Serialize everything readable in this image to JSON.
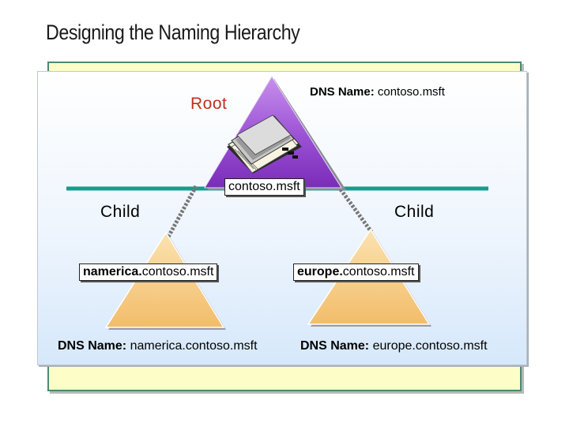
{
  "title": "Designing the Naming Hierarchy",
  "root": {
    "label": "Root",
    "dns_prefix": "DNS Name:",
    "dns_value": "contoso.msft",
    "domain_box": "contoso.msft"
  },
  "children": [
    {
      "label": "Child",
      "box_bold": "namerica.",
      "box_rest": "contoso.msft",
      "dns_prefix": "DNS Name:",
      "dns_value": "namerica.contoso.msft"
    },
    {
      "label": "Child",
      "box_bold": "europe.",
      "box_rest": "contoso.msft",
      "dns_prefix": "DNS Name:",
      "dns_value": "europe.contoso.msft"
    }
  ],
  "colors": {
    "root_triangle": "#8a3fc4",
    "child_triangle": "#f5c878",
    "separator_line": "#1a9a8e",
    "root_label": "#c0301a"
  },
  "icons": [
    "directory-book-icon"
  ]
}
